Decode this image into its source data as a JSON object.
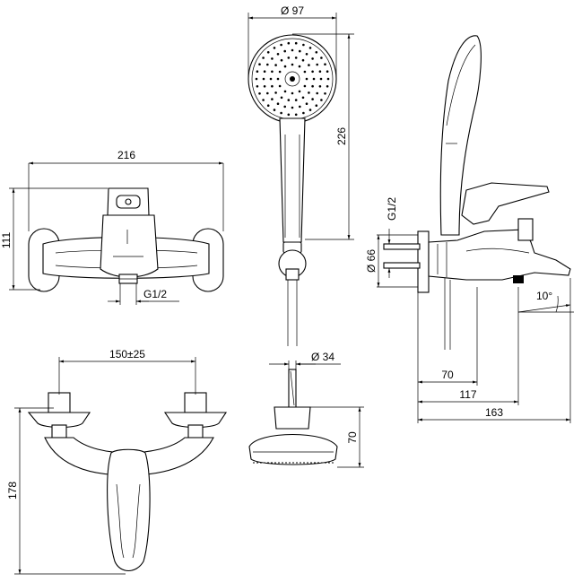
{
  "dimensions": {
    "front_width": "216",
    "front_height": "111",
    "thread_front": "G1/2",
    "handshower_diameter": "Ø 97",
    "handshower_length": "226",
    "side_thread": "G1/2",
    "side_pipe_diameter": "Ø 66",
    "angle": "10°",
    "depth_70": "70",
    "depth_117": "117",
    "depth_163": "163",
    "centers": "150±25",
    "top_height": "178",
    "holder_diameter": "Ø 34",
    "holder_height": "70"
  }
}
